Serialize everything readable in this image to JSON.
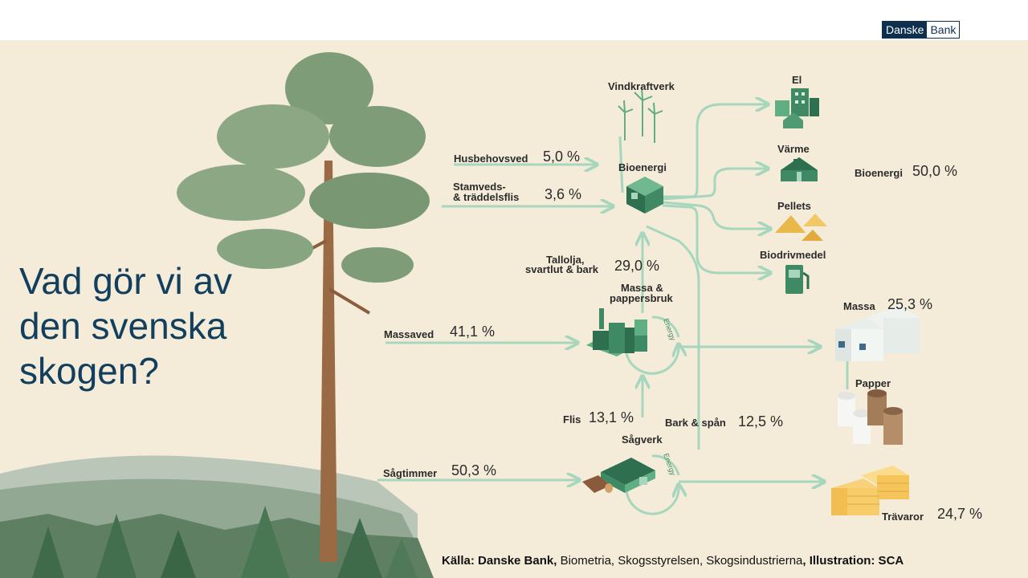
{
  "slide": {
    "title": "Vad gör vi av den svenska skogen?",
    "brand": {
      "part1": "Danske",
      "part2": "Bank"
    },
    "source": {
      "bold1": "Källa: Danske Bank,",
      "normal": " Biometria, Skogsstyrelsen, Skogsindustrierna",
      "bold2": ", Illustration: SCA"
    }
  },
  "diagram": {
    "inputs": [
      {
        "label": "Husbehovsved",
        "pct": "5,0 %"
      },
      {
        "label_line1": "Stamveds-",
        "label_line2": "& träddelsflis",
        "pct": "3,6 %"
      },
      {
        "label": "Massaved",
        "pct": "41,1 %"
      },
      {
        "label": "Sågtimmer",
        "pct": "50,3 %"
      }
    ],
    "processes": {
      "wind": "Vindkraftverk",
      "bioenergy": "Bioenergi",
      "pulp_line1": "Massa &",
      "pulp_line2": "pappersbruk",
      "sawmill": "Sågverk",
      "energy": "Energy"
    },
    "byproducts": [
      {
        "label_line1": "Tallolja,",
        "label_line2": "svartlut & bark",
        "pct": "29,0 %"
      },
      {
        "label": "Flis",
        "pct": "13,1 %"
      },
      {
        "label": "Bark & spån",
        "pct": "12,5 %"
      }
    ],
    "outputs": {
      "el": "El",
      "heat": "Värme",
      "pellets": "Pellets",
      "biofuel": "Biodrivmedel",
      "bioenergy_total": {
        "label": "Bioenergi",
        "pct": "50,0 %"
      },
      "pulp": {
        "label": "Massa",
        "pct": "25,3 %"
      },
      "paper": {
        "label": "Papper"
      },
      "timber": {
        "label": "Trävaror",
        "pct": "24,7 %"
      }
    }
  },
  "colors": {
    "title": "#123f5e",
    "arrow": "#a6d6bd",
    "green": "#3f8a64",
    "background": "#f4ecd9"
  }
}
